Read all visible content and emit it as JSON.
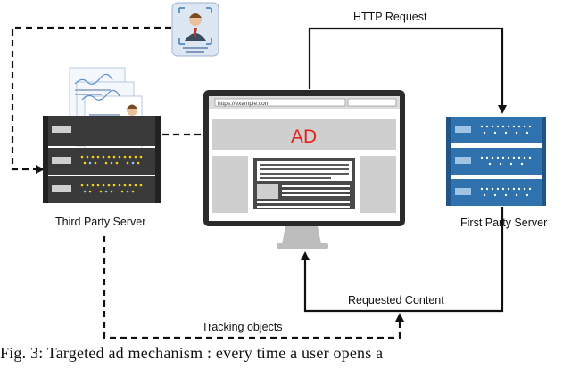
{
  "diagram": {
    "nodes": {
      "third_party_server": {
        "label": "Third Party Server"
      },
      "first_party_server": {
        "label": "First Party Server"
      },
      "monitor": {
        "url": "https://example.com",
        "ad_text": "AD"
      }
    },
    "edges": {
      "http_request": {
        "label": "HTTP Request"
      },
      "requested_content": {
        "label": "Requested Content"
      },
      "tracking_objects": {
        "label": "Tracking objects"
      }
    },
    "colors": {
      "ad_text": "#e8201a",
      "server_dark": "#3a3a3a",
      "server_blue": "#2f72ad",
      "screen_gray": "#cfcfcf"
    }
  },
  "caption": "Fig. 3: Targeted ad mechanism : every time a user opens a"
}
